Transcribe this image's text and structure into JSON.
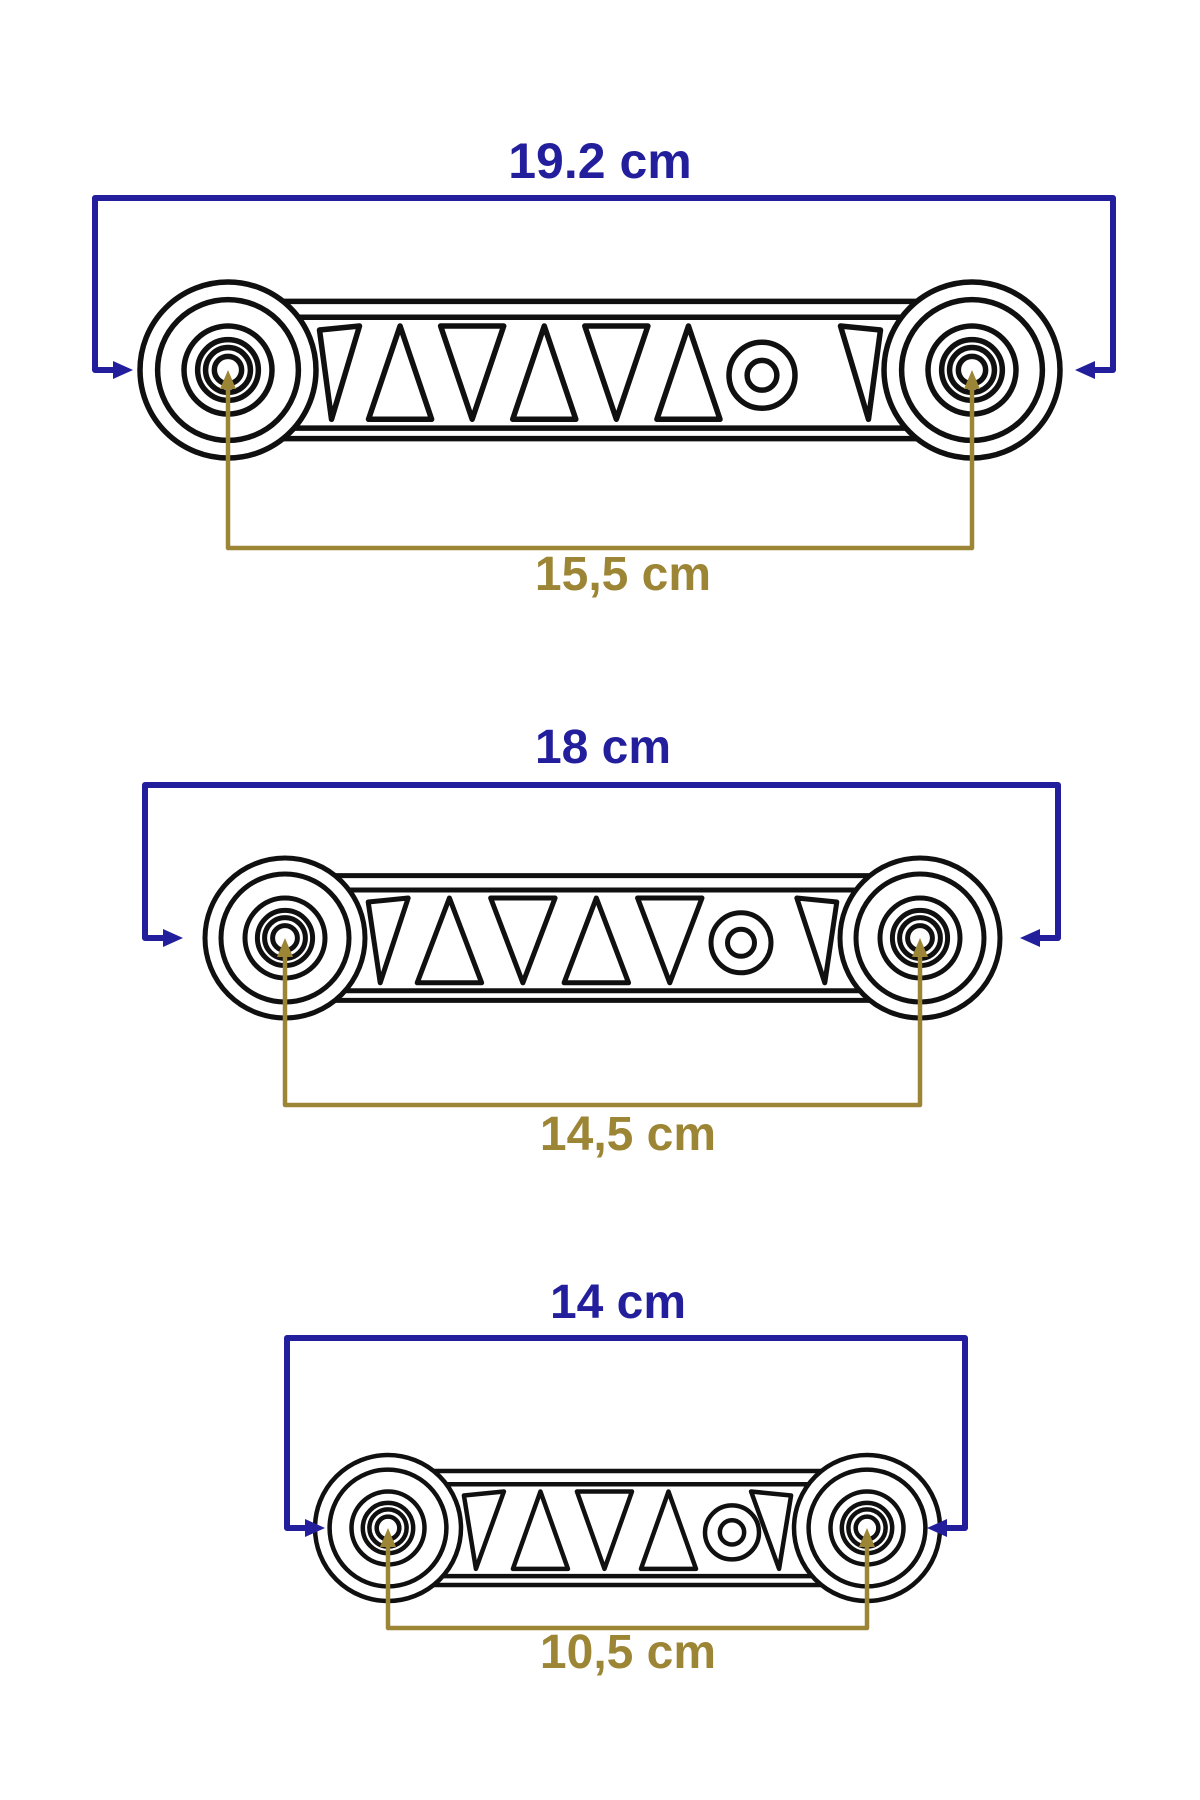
{
  "units": "cm",
  "colors": {
    "overall_dimension": "#231f9c",
    "hole_distance_dimension": "#9c8535",
    "part_outline": "#101010",
    "background": "#ffffff"
  },
  "sections": [
    {
      "id": "large",
      "overall_length": "19.2 cm",
      "hole_distance": "15,5 cm"
    },
    {
      "id": "medium",
      "overall_length": "18 cm",
      "hole_distance": "14,5 cm"
    },
    {
      "id": "small",
      "overall_length": "14 cm",
      "hole_distance": "10,5 cm"
    }
  ]
}
